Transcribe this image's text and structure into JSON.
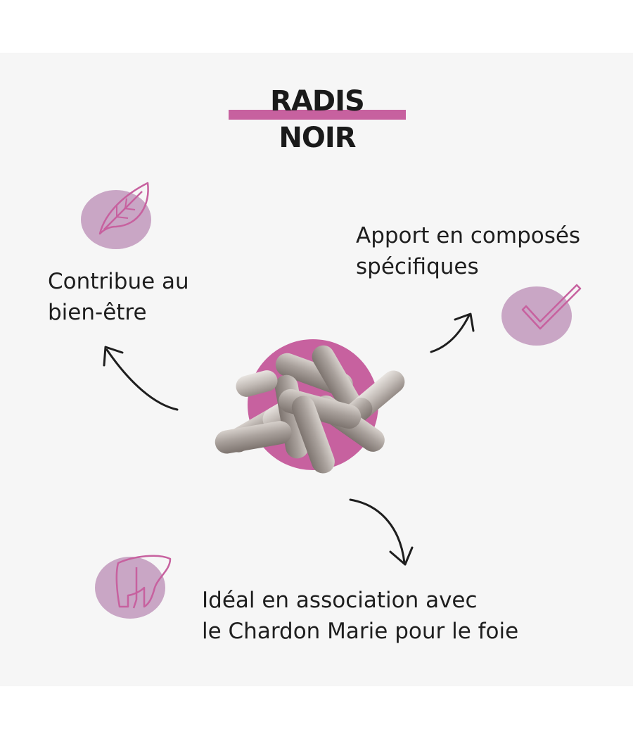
{
  "title": "RADIS NOIR",
  "benefits": [
    {
      "line1": "Contribue au",
      "line2": "bien-être",
      "icon": "leaf-icon"
    },
    {
      "line1": "Apport en composés",
      "line2": "spécifiques",
      "icon": "checkmark-icon"
    },
    {
      "line1": "Idéal en association avec",
      "line2": "le Chardon Marie pour le foie",
      "icon": "liver-icon"
    }
  ],
  "colors": {
    "accent": "#c7619f",
    "blob": "#c9a6c5",
    "capsule": "#a9a19c",
    "text": "#1e1e1e",
    "background": "#f6f6f6"
  }
}
